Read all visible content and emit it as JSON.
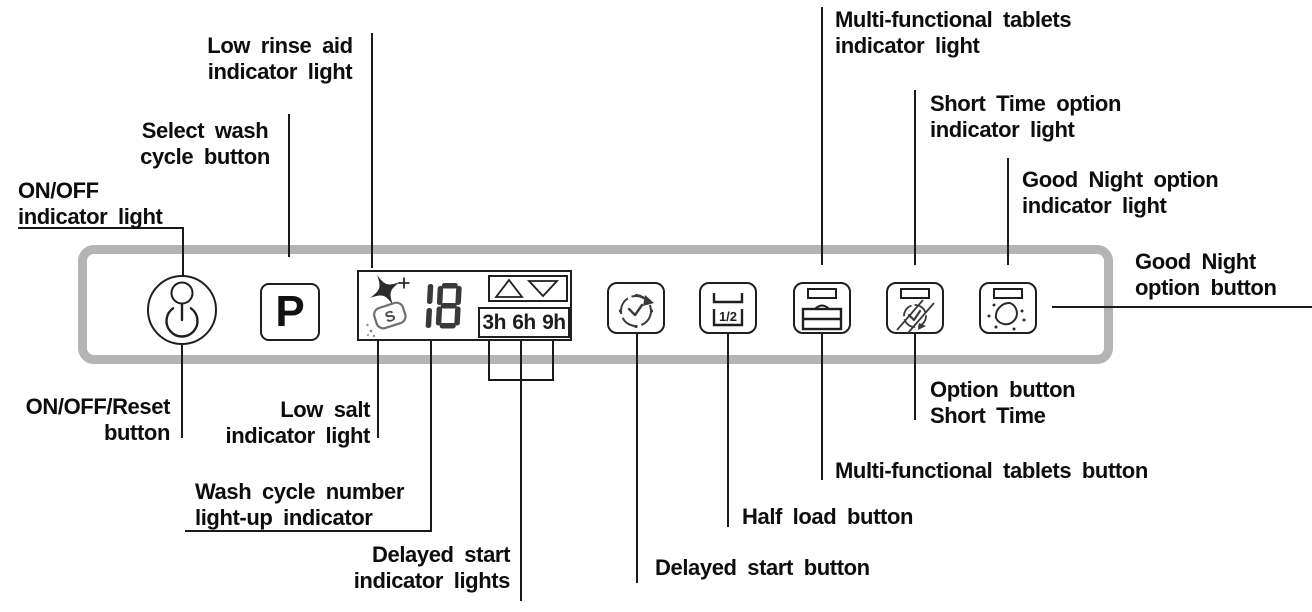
{
  "labels": {
    "low_rinse_aid": "Low rinse aid\nindicator light",
    "select_wash_cycle": "Select wash\ncycle button",
    "on_off_indicator": "ON/OFF\nindicator light",
    "multi_tablets_indicator": "Multi-functional tablets\nindicator light",
    "short_time_indicator": "Short Time option\nindicator light",
    "good_night_indicator": "Good Night option\nindicator light",
    "good_night_button": "Good Night\noption button",
    "on_off_reset_button": "ON/OFF/Reset\nbutton",
    "low_salt": "Low salt\nindicator light",
    "wash_cycle_number": "Wash cycle number\nlight-up indicator",
    "delayed_start_indicator": "Delayed start\nindicator lights",
    "delayed_start_button": "Delayed start button",
    "half_load_button": "Half load button",
    "multi_tablets_button": "Multi-functional tablets button",
    "option_short_time": "Option button\nShort Time"
  },
  "panel": {
    "program_button": "P",
    "display": {
      "cycle_number": "18",
      "salt_letter": "S",
      "delay_options": "3h 6h 9h"
    },
    "half_load_fraction": "1/2"
  },
  "icons": {
    "power": "power-icon",
    "rinse_aid": "rinse-aid-sparkle-icon",
    "salt": "salt-tablet-icon",
    "half_load_racks": "up-down-triangles-icon",
    "delayed_start": "clock-arrow-icon",
    "half_load": "half-load-rack-icon",
    "tablets": "multi-tablet-icon",
    "short_time": "clock-slash-icon",
    "good_night": "moon-icon"
  },
  "colors": {
    "frame": "#b4b4b4",
    "stroke": "#1f1f1f",
    "callout": "#1a1a1a",
    "digits": "#3a3a3a"
  }
}
